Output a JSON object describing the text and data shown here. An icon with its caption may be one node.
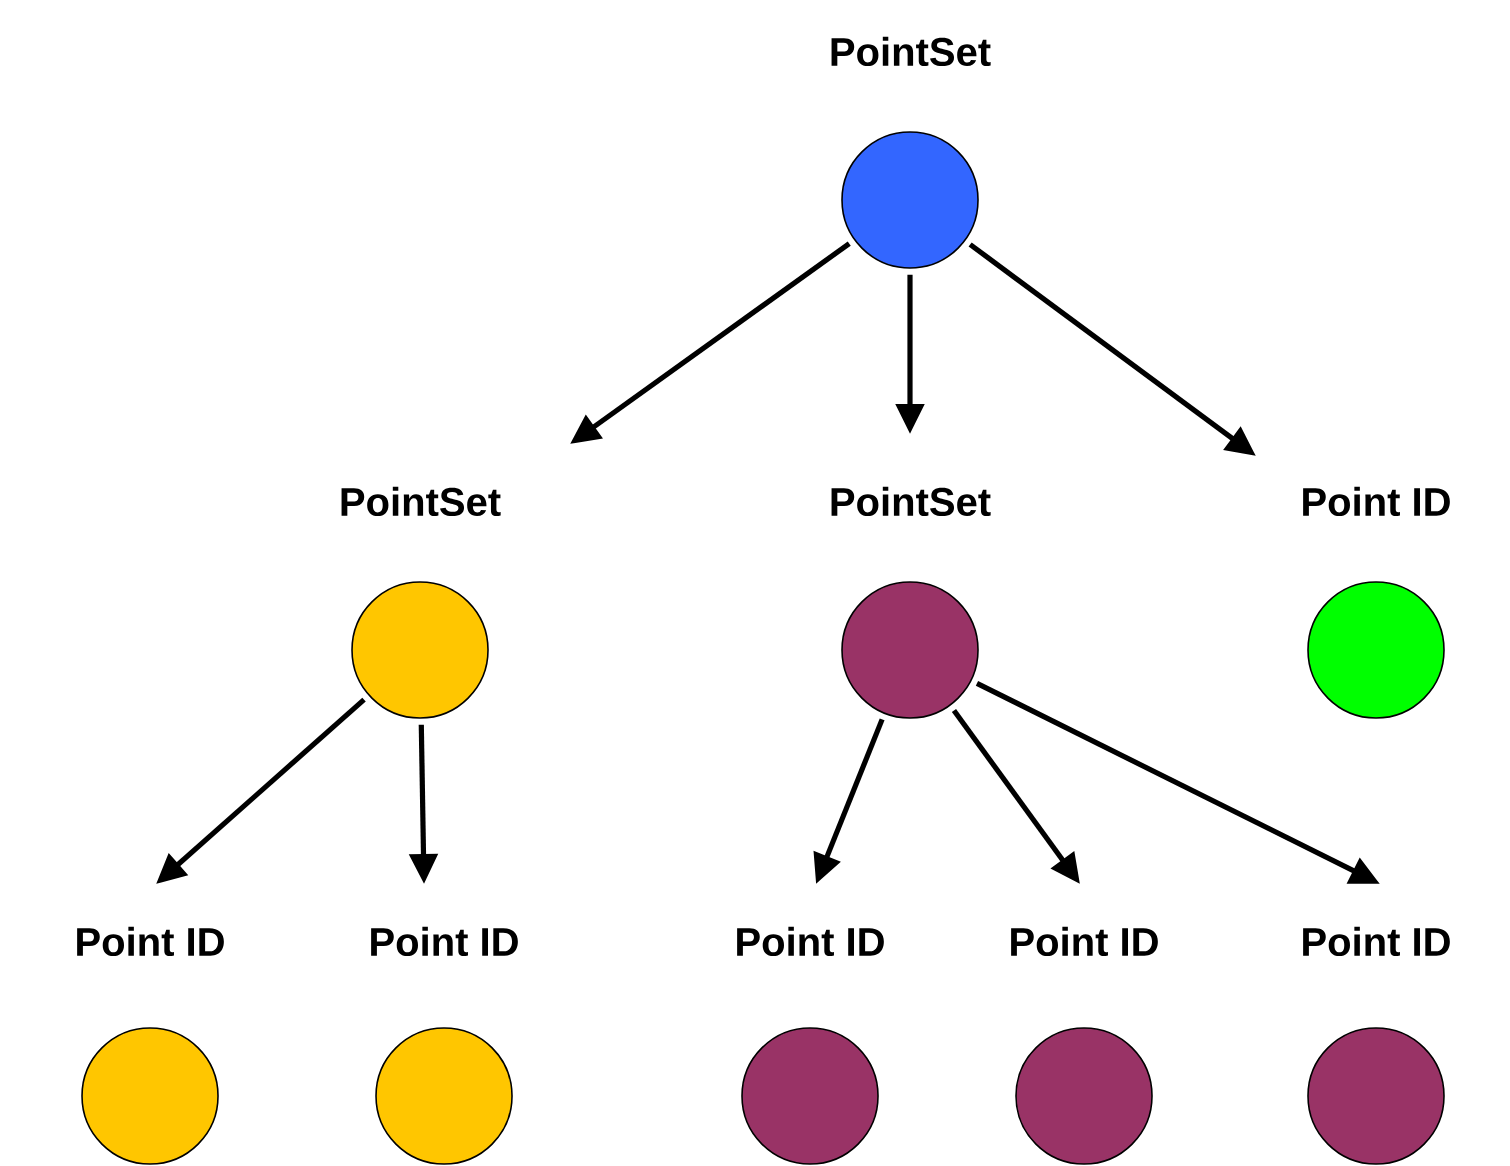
{
  "diagram": {
    "nodes": [
      {
        "text": [
          "PointSet"
        ]
      },
      {
        "text": [
          "PointSet"
        ]
      },
      {
        "text": [
          "PointSet"
        ]
      },
      {
        "text": [
          "Point ID"
        ]
      },
      {
        "text": [
          "Point ID"
        ]
      },
      {
        "text": [
          "Point ID"
        ]
      },
      {
        "text": [
          "Point ID"
        ]
      },
      {
        "text": [
          "Point ID"
        ]
      },
      {
        "text": [
          "Point ID"
        ]
      }
    ],
    "edges": [
      {
        "from": 0,
        "to": 1,
        "arrow": "to"
      },
      {
        "from": 0,
        "to": 2,
        "arrow": "to"
      },
      {
        "from": 0,
        "to": 3,
        "arrow": "to"
      },
      {
        "from": 1,
        "to": 4,
        "arrow": "to"
      },
      {
        "from": 1,
        "to": 5,
        "arrow": "to"
      },
      {
        "from": 2,
        "to": 6,
        "arrow": "to"
      },
      {
        "from": 2,
        "to": 7,
        "arrow": "to"
      },
      {
        "from": 2,
        "to": 8,
        "arrow": "to"
      }
    ]
  }
}
